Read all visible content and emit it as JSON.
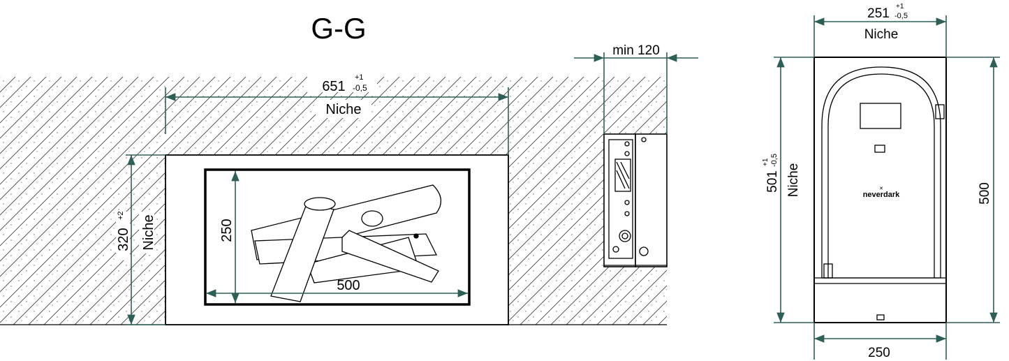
{
  "section_title": "G-G",
  "front_view": {
    "niche_width": {
      "value": "651",
      "tol_plus": "+1",
      "tol_minus": "-0,5",
      "label": "Niche"
    },
    "niche_height": {
      "value": "320",
      "tol_plus": "+2",
      "label": "Niche"
    },
    "inner_width": "500",
    "inner_height": "250"
  },
  "side_view": {
    "min_depth": "min 120"
  },
  "right_view": {
    "niche_width": {
      "value": "251",
      "tol_plus": "+1",
      "tol_minus": "-0,5",
      "label": "Niche"
    },
    "niche_height": {
      "value": "501",
      "tol_plus": "+1",
      "tol_minus": "-0,5",
      "label": "Niche"
    },
    "unit_height": "500",
    "unit_width": "250",
    "brand": "neverdark"
  },
  "colors": {
    "dimension": "#2e5f56",
    "line": "#000000",
    "hatch": "#555555"
  }
}
